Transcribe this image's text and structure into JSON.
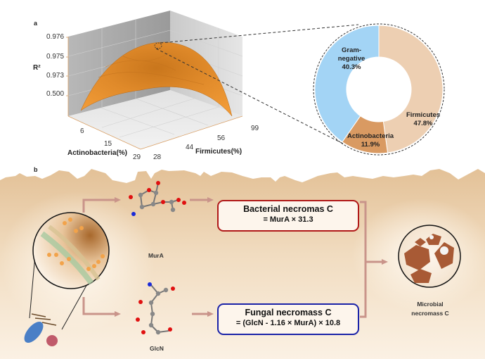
{
  "panel_a": {
    "label": "a",
    "z_axis_title": "R²",
    "z_ticks": [
      "0.976",
      "0.975",
      "0.973",
      "0.500"
    ],
    "x_axis_title": "Actinobacteria(%)",
    "x_ticks": [
      "6",
      "15",
      "29"
    ],
    "y_axis_title": "Firmicutes(%)",
    "y_ticks": [
      "28",
      "44",
      "56",
      "99"
    ],
    "surface_color": "#e08a2a"
  },
  "chart_data": {
    "type": "pie",
    "title": "",
    "donut": true,
    "categories": [
      "Firmicutes",
      "Actinobacteria",
      "Gram-negative"
    ],
    "values": [
      47.8,
      11.9,
      40.3
    ],
    "labels": [
      "47.8%",
      "11.9%",
      "40.3%"
    ],
    "colors": [
      "#edcfb2",
      "#d99a62",
      "#a3d4f5"
    ]
  },
  "panel_b": {
    "label": "b",
    "molecules": [
      {
        "name": "MurA"
      },
      {
        "name": "GlcN"
      }
    ],
    "bacterial_box": {
      "title": "Bacterial necromas C",
      "formula": "= MurA × 31.3",
      "border_color": "#b01818"
    },
    "fungal_box": {
      "title": "Fungal necromass C",
      "formula": "= (GlcN - 1.16 × MurA) × 10.8",
      "border_color": "#1a22a8"
    },
    "result_label_line1": "Microbial",
    "result_label_line2": "necromass C"
  }
}
